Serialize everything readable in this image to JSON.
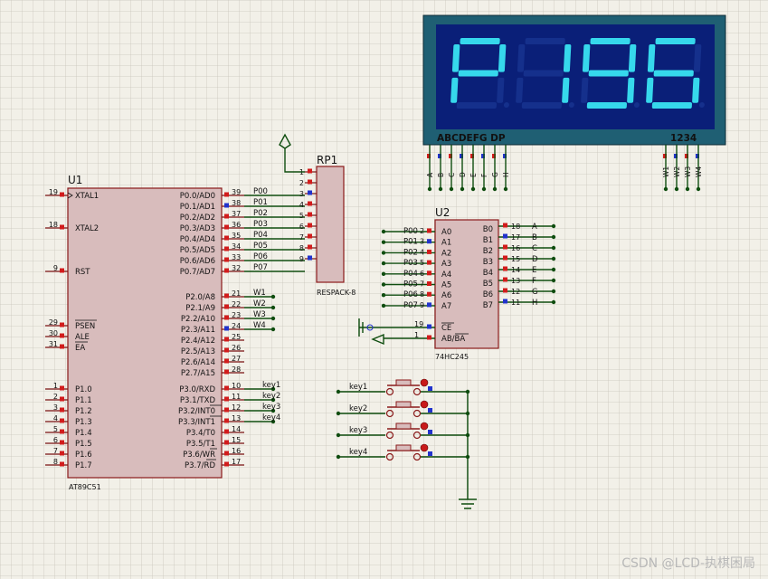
{
  "u1": {
    "ref": "U1",
    "part": "AT89C51",
    "left_pins": [
      {
        "num": "19",
        "name": "XTAL1"
      },
      {
        "num": "18",
        "name": "XTAL2"
      },
      {
        "num": "9",
        "name": "RST"
      },
      {
        "num": "29",
        "name": "PSEN"
      },
      {
        "num": "30",
        "name": "ALE"
      },
      {
        "num": "31",
        "name": "EA"
      },
      {
        "num": "1",
        "name": "P1.0"
      },
      {
        "num": "2",
        "name": "P1.1"
      },
      {
        "num": "3",
        "name": "P1.2"
      },
      {
        "num": "4",
        "name": "P1.3"
      },
      {
        "num": "5",
        "name": "P1.4"
      },
      {
        "num": "6",
        "name": "P1.5"
      },
      {
        "num": "7",
        "name": "P1.6"
      },
      {
        "num": "8",
        "name": "P1.7"
      }
    ],
    "right_pins": [
      {
        "num": "39",
        "name": "P0.0/AD0",
        "net": "P00"
      },
      {
        "num": "38",
        "name": "P0.1/AD1",
        "net": "P01"
      },
      {
        "num": "37",
        "name": "P0.2/AD2",
        "net": "P02"
      },
      {
        "num": "36",
        "name": "P0.3/AD3",
        "net": "P03"
      },
      {
        "num": "35",
        "name": "P0.4/AD4",
        "net": "P04"
      },
      {
        "num": "34",
        "name": "P0.5/AD5",
        "net": "P05"
      },
      {
        "num": "33",
        "name": "P0.6/AD6",
        "net": "P06"
      },
      {
        "num": "32",
        "name": "P0.7/AD7",
        "net": "P07"
      },
      {
        "num": "21",
        "name": "P2.0/A8",
        "net": "W1"
      },
      {
        "num": "22",
        "name": "P2.1/A9",
        "net": "W2"
      },
      {
        "num": "23",
        "name": "P2.2/A10",
        "net": "W3"
      },
      {
        "num": "24",
        "name": "P2.3/A11",
        "net": "W4"
      },
      {
        "num": "25",
        "name": "P2.4/A12",
        "net": ""
      },
      {
        "num": "26",
        "name": "P2.5/A13",
        "net": ""
      },
      {
        "num": "27",
        "name": "P2.6/A14",
        "net": ""
      },
      {
        "num": "28",
        "name": "P2.7/A15",
        "net": ""
      },
      {
        "num": "10",
        "name": "P3.0/RXD",
        "net": "key1"
      },
      {
        "num": "11",
        "name": "P3.1/TXD",
        "net": "key2"
      },
      {
        "num": "12",
        "name": "P3.2/INT0",
        "net": "key3"
      },
      {
        "num": "13",
        "name": "P3.3/INT1",
        "net": "key4"
      },
      {
        "num": "14",
        "name": "P3.4/T0",
        "net": ""
      },
      {
        "num": "15",
        "name": "P3.5/T1",
        "net": ""
      },
      {
        "num": "16",
        "name": "P3.6/WR",
        "net": ""
      },
      {
        "num": "17",
        "name": "P3.7/RD",
        "net": ""
      }
    ]
  },
  "rp1": {
    "ref": "RP1",
    "part": "RESPACK-8",
    "pins": [
      "1",
      "2",
      "3",
      "4",
      "5",
      "6",
      "7",
      "8",
      "9"
    ]
  },
  "u2": {
    "ref": "U2",
    "part": "74HC245",
    "a_pins": [
      {
        "num": "2",
        "name": "A0",
        "net": "P00"
      },
      {
        "num": "3",
        "name": "A1",
        "net": "P01"
      },
      {
        "num": "4",
        "name": "A2",
        "net": "P02"
      },
      {
        "num": "5",
        "name": "A3",
        "net": "P03"
      },
      {
        "num": "6",
        "name": "A4",
        "net": "P04"
      },
      {
        "num": "7",
        "name": "A5",
        "net": "P05"
      },
      {
        "num": "8",
        "name": "A6",
        "net": "P06"
      },
      {
        "num": "9",
        "name": "A7",
        "net": "P07"
      }
    ],
    "b_pins": [
      {
        "num": "18",
        "name": "B0",
        "net": "A"
      },
      {
        "num": "17",
        "name": "B1",
        "net": "B"
      },
      {
        "num": "16",
        "name": "B2",
        "net": "C"
      },
      {
        "num": "15",
        "name": "B3",
        "net": "D"
      },
      {
        "num": "14",
        "name": "B4",
        "net": "E"
      },
      {
        "num": "13",
        "name": "B5",
        "net": "F"
      },
      {
        "num": "12",
        "name": "B6",
        "net": "G"
      },
      {
        "num": "11",
        "name": "B7",
        "net": "H"
      }
    ],
    "ctrl_pins": [
      {
        "num": "19",
        "name": "CE"
      },
      {
        "num": "1",
        "name": "AB/BA"
      }
    ]
  },
  "display": {
    "digits": [
      "P",
      "1",
      "9",
      "6"
    ],
    "segment_label": "ABCDEFG DP",
    "digit_label": "1234",
    "segment_pins": [
      "A",
      "B",
      "C",
      "D",
      "E",
      "F",
      "G",
      "H"
    ],
    "digit_pins": [
      "W1",
      "W2",
      "W3",
      "W4"
    ],
    "colors": {
      "body": "#1f5f73",
      "face": "#0a1f78",
      "lit": "#36d8ec",
      "unlit": "#15308c"
    }
  },
  "keys": [
    "key1",
    "key2",
    "key3",
    "key4"
  ],
  "watermark": "CSDN @LCD-执棋困局"
}
